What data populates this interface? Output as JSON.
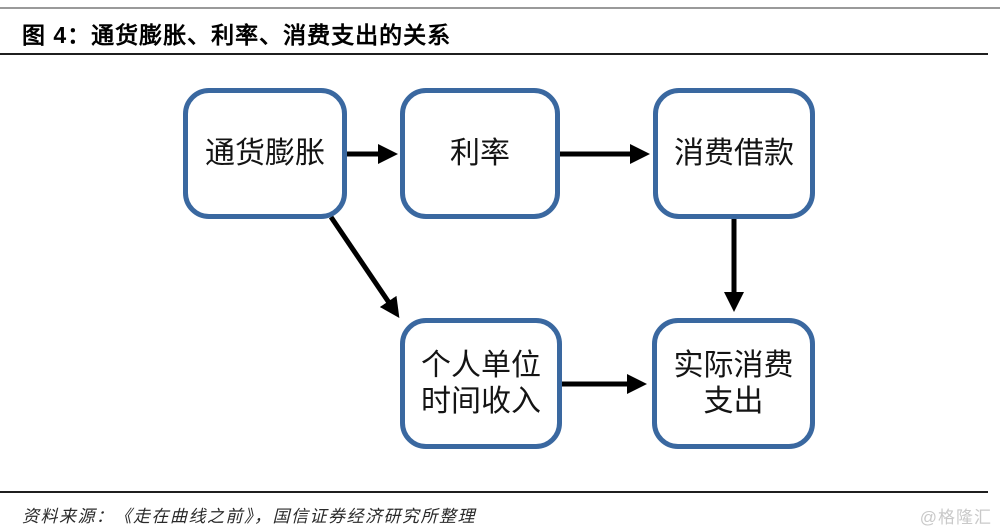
{
  "header": {
    "figure_title": "图 4：通货膨胀、利率、消费支出的关系"
  },
  "diagram": {
    "nodes": [
      {
        "id": "inflation",
        "lines": [
          "通货膨胀"
        ]
      },
      {
        "id": "interest-rate",
        "lines": [
          "利率"
        ]
      },
      {
        "id": "consumer-borrowing",
        "lines": [
          "消费借款"
        ]
      },
      {
        "id": "personal-unit-time-income",
        "lines": [
          "个人单位",
          "时间收入"
        ]
      },
      {
        "id": "actual-consumption-expenditure",
        "lines": [
          "实际消费",
          "支出"
        ]
      }
    ],
    "edges": [
      {
        "from": "通货膨胀",
        "to": "利率"
      },
      {
        "from": "利率",
        "to": "消费借款"
      },
      {
        "from": "消费借款",
        "to": "实际消费支出"
      },
      {
        "from": "通货膨胀",
        "to": "个人单位时间收入"
      },
      {
        "from": "个人单位时间收入",
        "to": "实际消费支出"
      }
    ],
    "colors": {
      "node_border": "#3A68A0",
      "arrow": "#000000",
      "node_text": "#141414"
    }
  },
  "footer": {
    "source": "资料来源：《走在曲线之前》，国信证券经济研究所整理",
    "watermark": "@格隆汇"
  }
}
